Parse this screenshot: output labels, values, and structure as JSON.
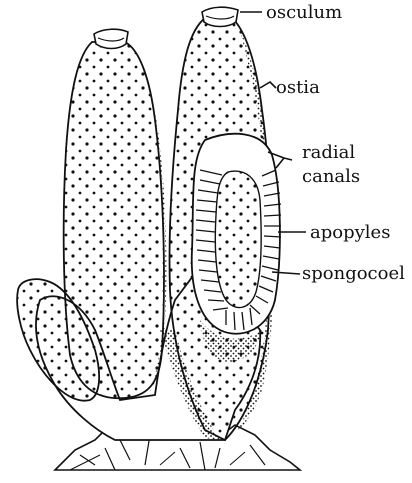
{
  "labels": {
    "osculum": "osculum",
    "ostia": "ostia",
    "radial_line1": "radial",
    "radial_line2": "canals",
    "apopyles": "apopyles",
    "spongocoel": "spongocoel"
  },
  "colors": {
    "ink": "#111111",
    "paper": "#ffffff",
    "shade": "#2a2a2a"
  }
}
